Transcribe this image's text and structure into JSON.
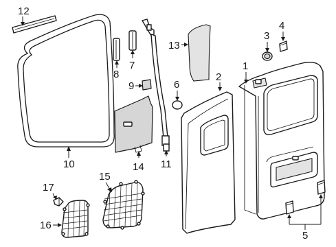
{
  "callouts": {
    "c1": "1",
    "c2": "2",
    "c3": "3",
    "c4": "4",
    "c5": "5",
    "c6": "6",
    "c7": "7",
    "c8": "8",
    "c9": "9",
    "c10": "10",
    "c11": "11",
    "c12": "12",
    "c13": "13",
    "c14": "14",
    "c15": "15",
    "c16": "16",
    "c17": "17"
  },
  "colors": {
    "line": "#1a1a1a",
    "shade": "#d6d6d6",
    "background": "#ffffff"
  }
}
